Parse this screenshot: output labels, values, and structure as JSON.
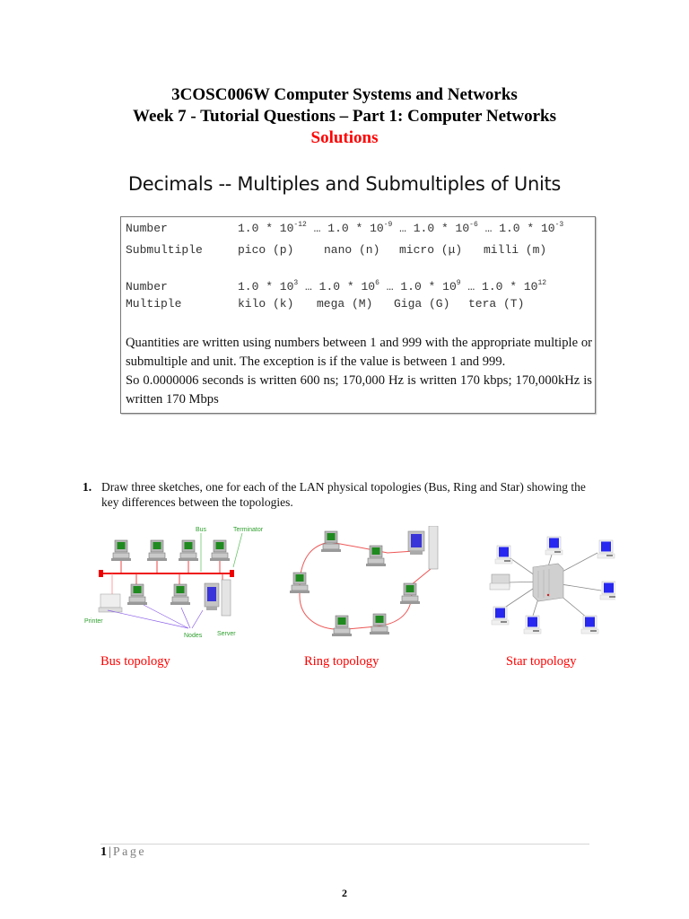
{
  "header": {
    "course_title": "3COSC006W Computer Systems and Networks",
    "subtitle": "Week 7 - Tutorial Questions – Part 1: Computer Networks",
    "solutions_label": "Solutions",
    "accent_color": "#ff0000"
  },
  "units_section": {
    "heading": "Decimals -- Multiples and Submultiples of Units",
    "submultiples": {
      "number_label": "Number",
      "unit_label": "Submultiple",
      "numbers": [
        {
          "base": "1.0 * 10",
          "exp": "-12"
        },
        {
          "base": "1.0 * 10",
          "exp": "-9"
        },
        {
          "base": "1.0 * 10",
          "exp": "-6"
        },
        {
          "base": "1.0 * 10",
          "exp": "-3"
        }
      ],
      "separator": "…",
      "units": [
        "pico (p)",
        "nano (n)",
        "micro (μ)",
        "milli (m)"
      ]
    },
    "multiples": {
      "number_label": "Number",
      "unit_label": "Multiple",
      "numbers": [
        {
          "base": "1.0 * 10",
          "exp": "3"
        },
        {
          "base": "1.0 * 10",
          "exp": "6"
        },
        {
          "base": "1.0 * 10",
          "exp": "9"
        },
        {
          "base": "1.0 * 10",
          "exp": "12"
        }
      ],
      "separator": "…",
      "units": [
        "kilo (k)",
        "mega (M)",
        "Giga (G)",
        "tera (T)"
      ]
    },
    "explanation": [
      "Quantities are written using numbers between 1 and 999 with the appropriate multiple or submultiple and unit. The exception is if the value is between 1 and 999.",
      "So 0.0000006 seconds is written 600 ns; 170,000 Hz is written 170 kbps; 170,000kHz is written 170 Mbps"
    ]
  },
  "question_1": {
    "number": "1.",
    "text": "Draw three sketches, one for each of the LAN physical topologies (Bus, Ring and Star) showing the key differences between the topologies.",
    "diagrams": {
      "bus": {
        "caption": "Bus topology",
        "labels": {
          "bus": "Bus",
          "terminator": "Terminator",
          "printer": "Printer",
          "nodes": "Nodes",
          "server": "Server"
        }
      },
      "ring": {
        "caption": "Ring topology"
      },
      "star": {
        "caption": "Star topology"
      }
    }
  },
  "footer": {
    "page_num": "1",
    "separator": "|",
    "page_word": "Page",
    "document_page": "2"
  }
}
